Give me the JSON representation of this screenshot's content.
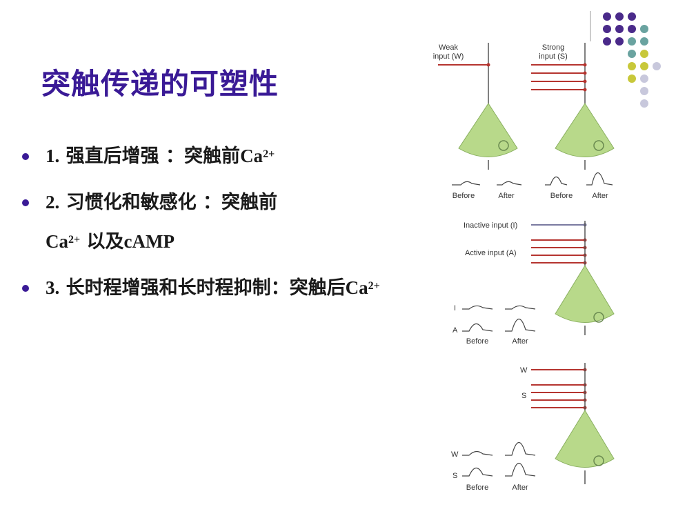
{
  "slide": {
    "title": "突触传递的可塑性",
    "bullets": [
      {
        "cn": "强直后增强 ：突触前",
        "num": "1.",
        "lat": "Ca",
        "sup": "2+"
      },
      {
        "num": "2.",
        "cn": "习惯化和敏感化 ：突触前",
        "lat": "Ca",
        "sup": "2+",
        "cn2": "以及",
        "lat2": "cAMP"
      },
      {
        "num": "3.",
        "cn": "长时程增强和长时程抑制：突触后",
        "lat": "Ca",
        "sup": "2+"
      }
    ]
  },
  "figure": {
    "panel1": {
      "weak": "Weak",
      "weak2": "input (W)",
      "strong": "Strong",
      "strong2": "input (S)",
      "before": "Before",
      "after": "After"
    },
    "panel2": {
      "inactive": "Inactive input (I)",
      "active": "Active input (A)",
      "i": "I",
      "a": "A",
      "before": "Before",
      "after": "After"
    },
    "panel3": {
      "w": "W",
      "s": "S",
      "before": "Before",
      "after": "After"
    }
  },
  "colors": {
    "title": "#3a1a96",
    "neuron": "#b8d98a",
    "input": "#b5342f",
    "dot_purple": "#4a2a8a",
    "dot_teal": "#6aa3a0",
    "dot_yellow": "#c8c83a",
    "dot_lavender": "#c8c8dc"
  }
}
